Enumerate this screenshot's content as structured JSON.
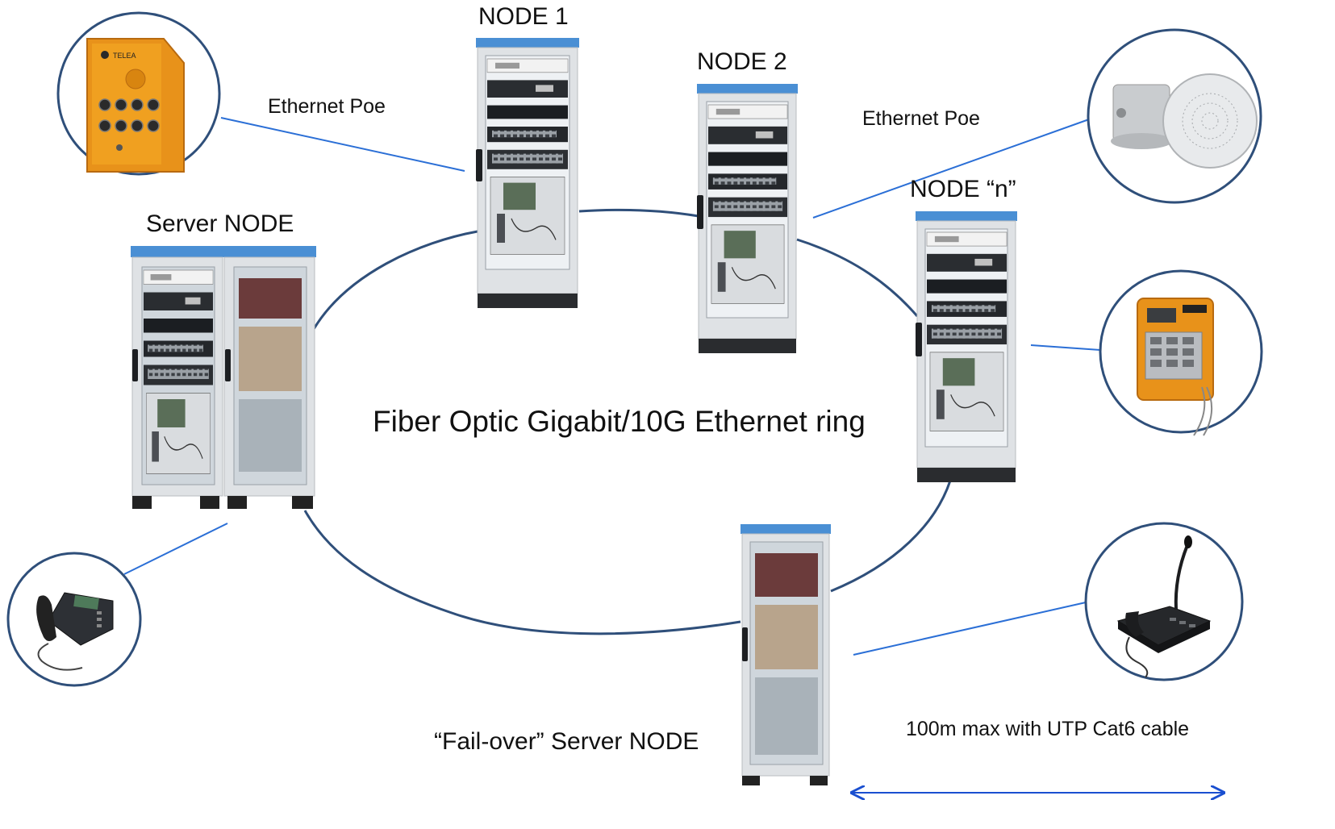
{
  "labels": {
    "node1": "NODE 1",
    "node2": "NODE 2",
    "node_n": "NODE “n”",
    "server_node": "Server NODE",
    "failover_node": "“Fail-over” Server NODE",
    "ethernet_poe_left": "Ethernet Poe",
    "ethernet_poe_right": "Ethernet Poe",
    "ring": "Fiber Optic Gigabit/10G Ethernet ring",
    "distance": "100m max with UTP Cat6 cable"
  },
  "device_brand": "TELEA",
  "colors": {
    "ring": "#2f4f7a",
    "link": "#2b6fd6",
    "circle_border": "#2f4f7a",
    "cabinet_top": "#4a8fd4",
    "cabinet_body": "#dfe2e5",
    "device_orange": "#e8921a",
    "arrow": "#1a4fd0"
  },
  "icons": {
    "cabinets": [
      "node1-cabinet-icon",
      "node2-cabinet-icon",
      "node-n-cabinet-icon",
      "server-cabinet-icon",
      "failover-cabinet-icon"
    ],
    "devices": [
      "intercom-device-icon",
      "ceiling-speaker-icon",
      "industrial-phone-icon",
      "ip-phone-icon",
      "paging-microphone-icon"
    ]
  }
}
